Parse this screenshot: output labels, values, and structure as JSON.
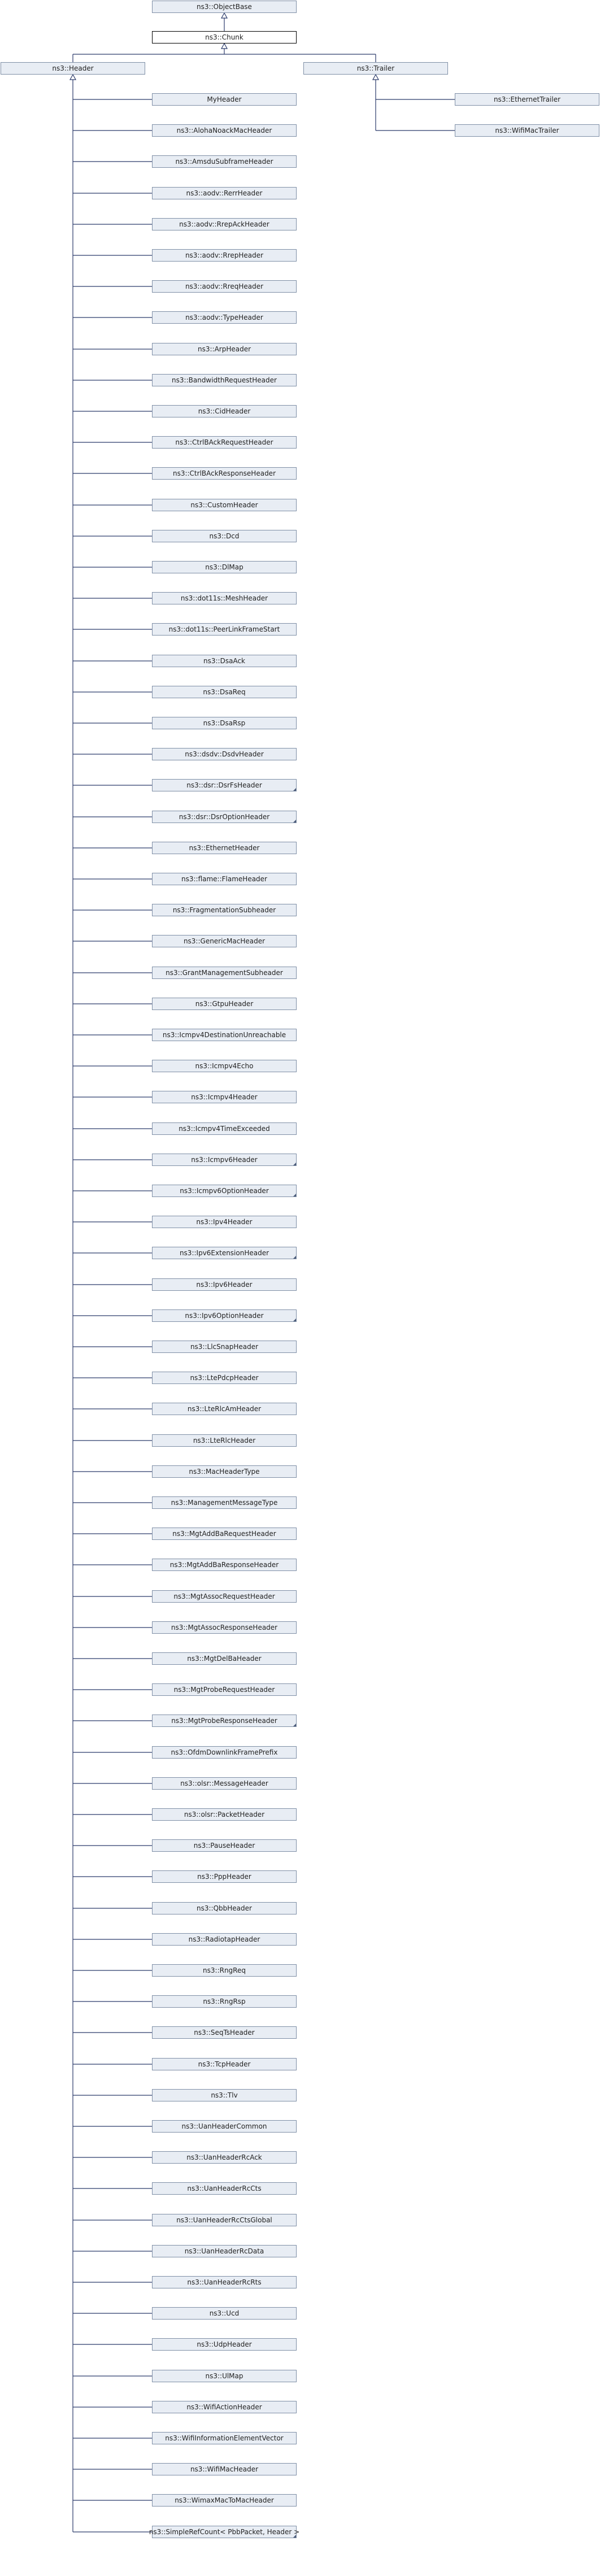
{
  "diagram": {
    "object_base": "ns3::ObjectBase",
    "chunk": "ns3::Chunk",
    "header": "ns3::Header",
    "trailer": "ns3::Trailer",
    "trailer_children": [
      "ns3::EthernetTrailer",
      "ns3::WifiMacTrailer"
    ],
    "header_children": [
      {
        "label": "MyHeader",
        "fold": false
      },
      {
        "label": "ns3::AlohaNoackMacHeader",
        "fold": false
      },
      {
        "label": "ns3::AmsduSubframeHeader",
        "fold": false
      },
      {
        "label": "ns3::aodv::RerrHeader",
        "fold": false
      },
      {
        "label": "ns3::aodv::RrepAckHeader",
        "fold": false
      },
      {
        "label": "ns3::aodv::RrepHeader",
        "fold": false
      },
      {
        "label": "ns3::aodv::RreqHeader",
        "fold": false
      },
      {
        "label": "ns3::aodv::TypeHeader",
        "fold": false
      },
      {
        "label": "ns3::ArpHeader",
        "fold": false
      },
      {
        "label": "ns3::BandwidthRequestHeader",
        "fold": false
      },
      {
        "label": "ns3::CidHeader",
        "fold": false
      },
      {
        "label": "ns3::CtrlBAckRequestHeader",
        "fold": false
      },
      {
        "label": "ns3::CtrlBAckResponseHeader",
        "fold": false
      },
      {
        "label": "ns3::CustomHeader",
        "fold": false
      },
      {
        "label": "ns3::Dcd",
        "fold": false
      },
      {
        "label": "ns3::DlMap",
        "fold": false
      },
      {
        "label": "ns3::dot11s::MeshHeader",
        "fold": false
      },
      {
        "label": "ns3::dot11s::PeerLinkFrameStart",
        "fold": false
      },
      {
        "label": "ns3::DsaAck",
        "fold": false
      },
      {
        "label": "ns3::DsaReq",
        "fold": false
      },
      {
        "label": "ns3::DsaRsp",
        "fold": false
      },
      {
        "label": "ns3::dsdv::DsdvHeader",
        "fold": false
      },
      {
        "label": "ns3::dsr::DsrFsHeader",
        "fold": true
      },
      {
        "label": "ns3::dsr::DsrOptionHeader",
        "fold": true
      },
      {
        "label": "ns3::EthernetHeader",
        "fold": false
      },
      {
        "label": "ns3::flame::FlameHeader",
        "fold": false
      },
      {
        "label": "ns3::FragmentationSubheader",
        "fold": false
      },
      {
        "label": "ns3::GenericMacHeader",
        "fold": false
      },
      {
        "label": "ns3::GrantManagementSubheader",
        "fold": false
      },
      {
        "label": "ns3::GtpuHeader",
        "fold": false
      },
      {
        "label": "ns3::Icmpv4DestinationUnreachable",
        "fold": false
      },
      {
        "label": "ns3::Icmpv4Echo",
        "fold": false
      },
      {
        "label": "ns3::Icmpv4Header",
        "fold": false
      },
      {
        "label": "ns3::Icmpv4TimeExceeded",
        "fold": false
      },
      {
        "label": "ns3::Icmpv6Header",
        "fold": true
      },
      {
        "label": "ns3::Icmpv6OptionHeader",
        "fold": true
      },
      {
        "label": "ns3::Ipv4Header",
        "fold": false
      },
      {
        "label": "ns3::Ipv6ExtensionHeader",
        "fold": true
      },
      {
        "label": "ns3::Ipv6Header",
        "fold": false
      },
      {
        "label": "ns3::Ipv6OptionHeader",
        "fold": true
      },
      {
        "label": "ns3::LlcSnapHeader",
        "fold": false
      },
      {
        "label": "ns3::LtePdcpHeader",
        "fold": false
      },
      {
        "label": "ns3::LteRlcAmHeader",
        "fold": false
      },
      {
        "label": "ns3::LteRlcHeader",
        "fold": false
      },
      {
        "label": "ns3::MacHeaderType",
        "fold": false
      },
      {
        "label": "ns3::ManagementMessageType",
        "fold": false
      },
      {
        "label": "ns3::MgtAddBaRequestHeader",
        "fold": false
      },
      {
        "label": "ns3::MgtAddBaResponseHeader",
        "fold": false
      },
      {
        "label": "ns3::MgtAssocRequestHeader",
        "fold": false
      },
      {
        "label": "ns3::MgtAssocResponseHeader",
        "fold": false
      },
      {
        "label": "ns3::MgtDelBaHeader",
        "fold": false
      },
      {
        "label": "ns3::MgtProbeRequestHeader",
        "fold": false
      },
      {
        "label": "ns3::MgtProbeResponseHeader",
        "fold": true
      },
      {
        "label": "ns3::OfdmDownlinkFramePrefix",
        "fold": false
      },
      {
        "label": "ns3::olsr::MessageHeader",
        "fold": false
      },
      {
        "label": "ns3::olsr::PacketHeader",
        "fold": false
      },
      {
        "label": "ns3::PauseHeader",
        "fold": false
      },
      {
        "label": "ns3::PppHeader",
        "fold": false
      },
      {
        "label": "ns3::QbbHeader",
        "fold": false
      },
      {
        "label": "ns3::RadiotapHeader",
        "fold": false
      },
      {
        "label": "ns3::RngReq",
        "fold": false
      },
      {
        "label": "ns3::RngRsp",
        "fold": false
      },
      {
        "label": "ns3::SeqTsHeader",
        "fold": false
      },
      {
        "label": "ns3::TcpHeader",
        "fold": false
      },
      {
        "label": "ns3::Tlv",
        "fold": false
      },
      {
        "label": "ns3::UanHeaderCommon",
        "fold": false
      },
      {
        "label": "ns3::UanHeaderRcAck",
        "fold": false
      },
      {
        "label": "ns3::UanHeaderRcCts",
        "fold": false
      },
      {
        "label": "ns3::UanHeaderRcCtsGlobal",
        "fold": false
      },
      {
        "label": "ns3::UanHeaderRcData",
        "fold": false
      },
      {
        "label": "ns3::UanHeaderRcRts",
        "fold": false
      },
      {
        "label": "ns3::Ucd",
        "fold": false
      },
      {
        "label": "ns3::UdpHeader",
        "fold": false
      },
      {
        "label": "ns3::UlMap",
        "fold": false
      },
      {
        "label": "ns3::WifiActionHeader",
        "fold": false
      },
      {
        "label": "ns3::WifiInformationElementVector",
        "fold": false
      },
      {
        "label": "ns3::WifiMacHeader",
        "fold": false
      },
      {
        "label": "ns3::WimaxMacToMacHeader",
        "fold": false
      },
      {
        "label": "ns3::SimpleRefCount< PbbPacket, Header >",
        "fold": true
      }
    ]
  }
}
